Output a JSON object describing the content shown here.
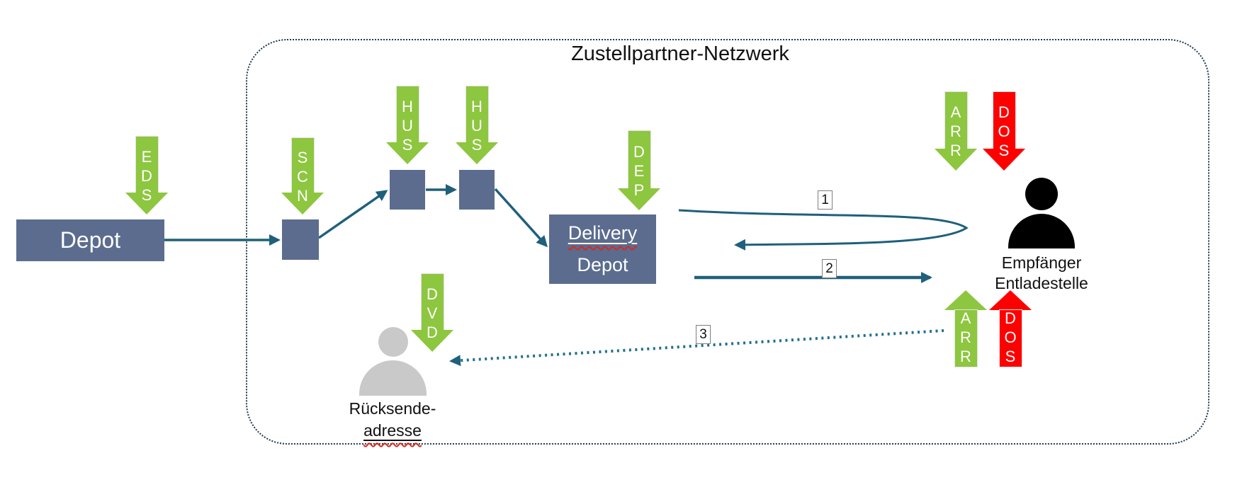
{
  "title": "Zustellpartner-Netzwerk",
  "depot": {
    "label": "Depot"
  },
  "delivery_depot": {
    "line1": "Delivery",
    "line2": "Depot"
  },
  "flow_labels": {
    "r1": "1",
    "r2": "2",
    "r3": "3"
  },
  "status_arrows": {
    "eds": "E\nD\nS",
    "scn": "S\nC\nN",
    "hus1": "H\nU\nS",
    "hus2": "H\nU\nS",
    "dep": "D\nE\nP",
    "arr_top": "A\nR\nR",
    "dos_top": "D\nO\nS",
    "arr_bottom": "A\nR\nR",
    "dos_bottom": "D\nO\nS",
    "dvd": "D\nV\nD"
  },
  "persons": {
    "empfaenger": {
      "line1": "Empfänger",
      "line2": "Entladestelle"
    },
    "ruecksende": {
      "line1": "Rücksende-",
      "line2": "adresse"
    }
  },
  "colors": {
    "status_green": "#8DC63F",
    "status_red": "#FF0000",
    "node_slate": "#5B6C8F",
    "connector_teal": "#1F607C",
    "dotted_route_teal": "#21708F",
    "boundary_navy": "#1C3950",
    "person_gray": "#C9C9C9",
    "person_black": "#000000",
    "spellcheck_red": "#D42B20"
  }
}
